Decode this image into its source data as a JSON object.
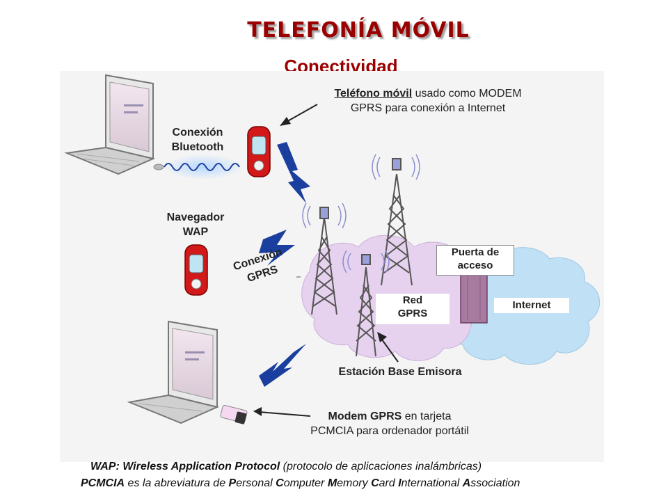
{
  "title": "TELEFONÍA MÓVIL",
  "subtitle": "Conectividad",
  "labels": {
    "phone_modem_bold": "Teléfono móvil",
    "phone_modem_rest": " usado como MODEM",
    "phone_modem_line2": "GPRS para conexión a Internet",
    "bluetooth_line1": "Conexión",
    "bluetooth_line2": "Bluetooth",
    "wap_line1": "Navegador",
    "wap_line2": "WAP",
    "gprs_conn_line1": "Conexión",
    "gprs_conn_line2": "GPRS",
    "gateway_line1": "Puerta de",
    "gateway_line2": "acceso",
    "red_line1": "Red",
    "red_line2": "GPRS",
    "internet": "Internet",
    "base_station": "Estación Base Emisora",
    "modem_bold": "Modem GPRS",
    "modem_rest": " en tarjeta",
    "modem_line2": "PCMCIA para ordenador portátil"
  },
  "footer": {
    "line1_bold": "WAP: Wireless Application Protocol",
    "line1_rest": " (protocolo de aplicaciones inalámbricas)",
    "line2_p1": "PCMCIA",
    "line2_p2": " es la abreviatura de ",
    "line2_P": "P",
    "line2_ersonal": "ersonal ",
    "line2_C": "C",
    "line2_omputer": "omputer ",
    "line2_M": "M",
    "line2_emory": "emory ",
    "line2_C2": "C",
    "line2_ard": "ard ",
    "line2_I": "I",
    "line2_nternational": "nternational ",
    "line2_A": "A",
    "line2_ssociation": "ssociation"
  },
  "colors": {
    "title": "#9b0000",
    "gprs_cloud": "#e6d2ee",
    "internet_cloud": "#bfe0f5",
    "tower": "#555555",
    "lightning": "#1a3f9e",
    "phone": "#d21818"
  }
}
